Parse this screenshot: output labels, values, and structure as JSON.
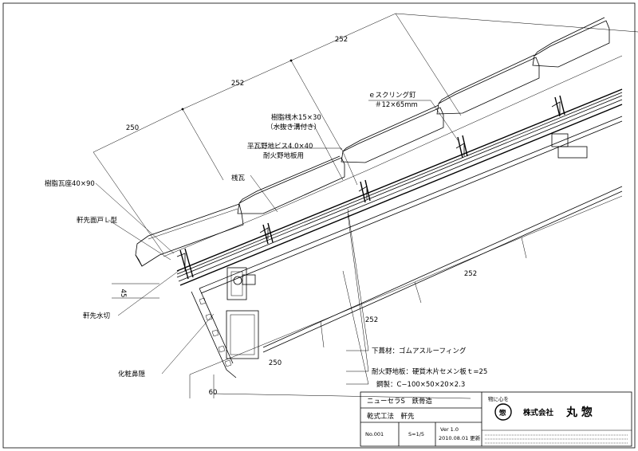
{
  "labels": {
    "resin_base": "樹脂瓦座40×90",
    "eave_l": "軒先面戸Ｌ型",
    "eave_drip": "軒先水切",
    "fascia": "化粧鼻隠",
    "sanka": "桟瓦",
    "resin_batten": "樹脂桟木15×30",
    "resin_batten_sub": "（水抜き溝付き）",
    "screw": "平瓦野地ビス4.0×40",
    "screw_sub": "耐火野地板用",
    "nail": "ｅスクリング釘",
    "nail_sub": "＃12×65mm",
    "underlay": "下葺材：ゴムアスルーフィング",
    "deck": "耐火野地板：硬質木片セメン板ｔ=25",
    "steel": "鋼製：C−100×50×20×2.3"
  },
  "dims": {
    "d1": "250",
    "d2": "252",
    "d3": "252",
    "d4": "252",
    "d5": "252",
    "d6": "250",
    "d7": "60",
    "d8": "45"
  },
  "title_block": {
    "product": "ニューセラS　鉄骨造",
    "method": "乾式工法　軒先",
    "number": "No.001",
    "scale": "S=1/5",
    "version": "Ver 1.0",
    "date": "2010.08.01 更新",
    "motto": "物に心を",
    "company_prefix": "株式会社",
    "company_name": "丸 惣",
    "logo_char": "惣"
  }
}
